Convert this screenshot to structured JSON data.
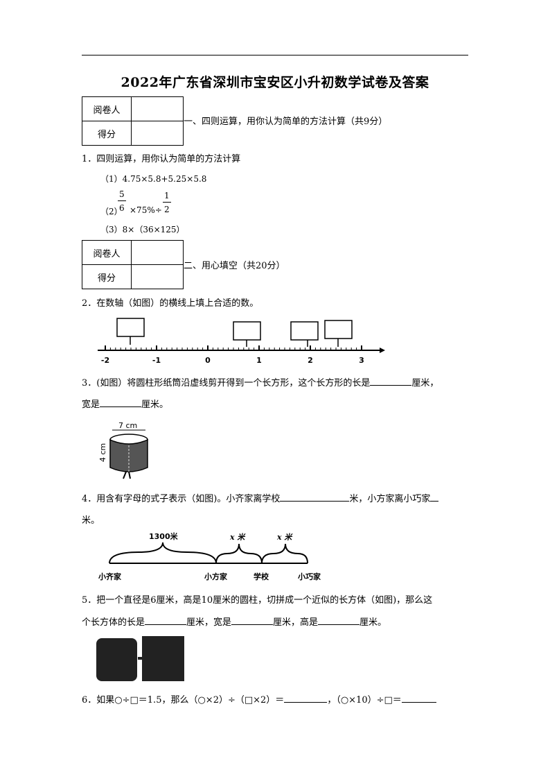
{
  "title": "2022年广东省深圳市宝安区小升初数学试卷及答案",
  "score_table": {
    "reviewer_label": "阅卷人",
    "score_label": "得分"
  },
  "sections": [
    {
      "heading": "一、四则运算，用你认为简单的方法计算（共9分）"
    },
    {
      "heading": "二、用心填空（共20分）"
    }
  ],
  "q1": {
    "stem": "1．四则运算，用你认为简单的方法计算",
    "item1": "（1）4.75×5.8+5.25×5.8",
    "item2_prefix": "（2）",
    "item2_frac1_num": "5",
    "item2_frac1_den": "6",
    "item2_mid": "×75%÷",
    "item2_frac2_num": "1",
    "item2_frac2_den": "2",
    "item3": "（3）8×（36×125）"
  },
  "q2": {
    "stem": "2．在数轴（如图）的横线上填上合适的数。",
    "tick_labels": [
      "-2",
      "-1",
      "0",
      "1",
      "2",
      "3"
    ]
  },
  "q3": {
    "text_a": "3．(如图）将圆柱形纸筒沿虚线剪开得到一个长方形，这个长方形的长是",
    "unit_a": "厘米，",
    "text_b_prefix": "宽是",
    "unit_b": "厘米。",
    "fig_top_label": "7 cm",
    "fig_side_label": "4 cm"
  },
  "q4": {
    "text_a": "4．用含有字母的式子表示（如图)。小齐家离学校",
    "unit_a": "米，小方家离小巧家",
    "text_b": "米。",
    "dist1": "1300米",
    "dist2": "x 米",
    "dist3": "x 米",
    "places": [
      "小齐家",
      "小方家",
      "学校",
      "小巧家"
    ]
  },
  "q5": {
    "text_a": "5．把一个直径是6厘米，高是10厘米的圆柱，切拼成一个近似的长方体（如图)，那么这",
    "text_b_prefix": "个长方体的长是",
    "unit_len": "厘米，宽是",
    "unit_wid": "厘米，高是",
    "unit_hgt": "厘米。"
  },
  "q6": {
    "text_a": "6．如果○÷□＝1.5，那么（○×2）÷（□×2）＝",
    "text_b": "，（○×10）÷□＝"
  }
}
